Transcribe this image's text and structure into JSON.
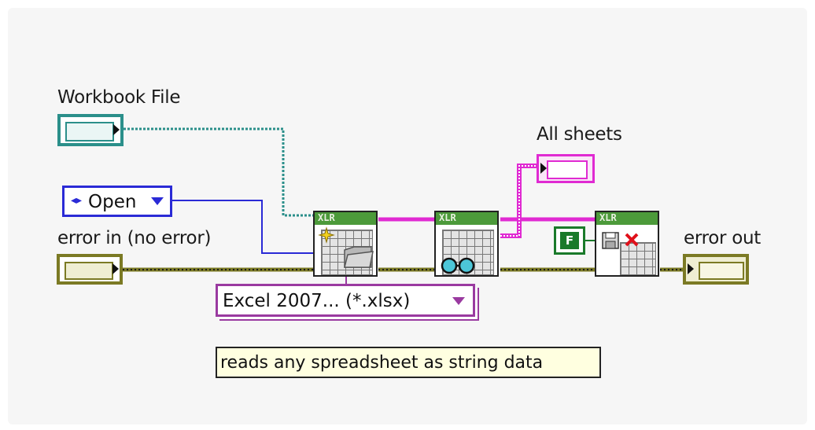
{
  "labels": {
    "workbook_file": "Workbook File",
    "error_in": "error in (no error)",
    "all_sheets": "All sheets",
    "error_out": "error out"
  },
  "controls": {
    "operation_enum": "Open",
    "file_type_ring": "Excel 2007... (*.xlsx)",
    "boolean_constant": "F"
  },
  "nodes": {
    "open_icon_text": "XLR",
    "read_icon_text": "XLR",
    "close_icon_text": "XLR"
  },
  "comment": "reads any spreadsheet as string data",
  "colors": {
    "path_wire": "#2b8f8a",
    "error_wire": "#7b7a24",
    "string_wire": "#e02ad2",
    "enum_wire": "#2a2ad6",
    "ring_wire": "#9a3aa0",
    "boolean_wire": "#1a7a2a"
  }
}
